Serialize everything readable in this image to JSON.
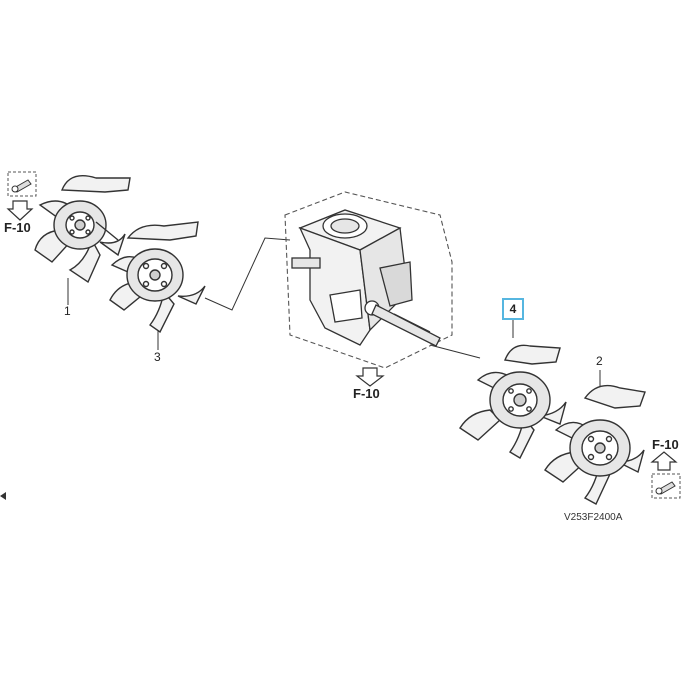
{
  "diagram": {
    "drawing_code": "V253F2400A",
    "callouts": [
      {
        "id": "1",
        "label": "1"
      },
      {
        "id": "2",
        "label": "2"
      },
      {
        "id": "3",
        "label": "3"
      },
      {
        "id": "4",
        "label": "4",
        "highlighted": true
      }
    ],
    "references": [
      {
        "id": "f10-left",
        "label": "F-10"
      },
      {
        "id": "f10-center",
        "label": "F-10"
      },
      {
        "id": "f10-right",
        "label": "F-10"
      }
    ],
    "colors": {
      "line": "#333333",
      "fill_light": "#f2f2f2",
      "fill_mid": "#cfcfcf",
      "highlight": "#56b6e0"
    }
  }
}
